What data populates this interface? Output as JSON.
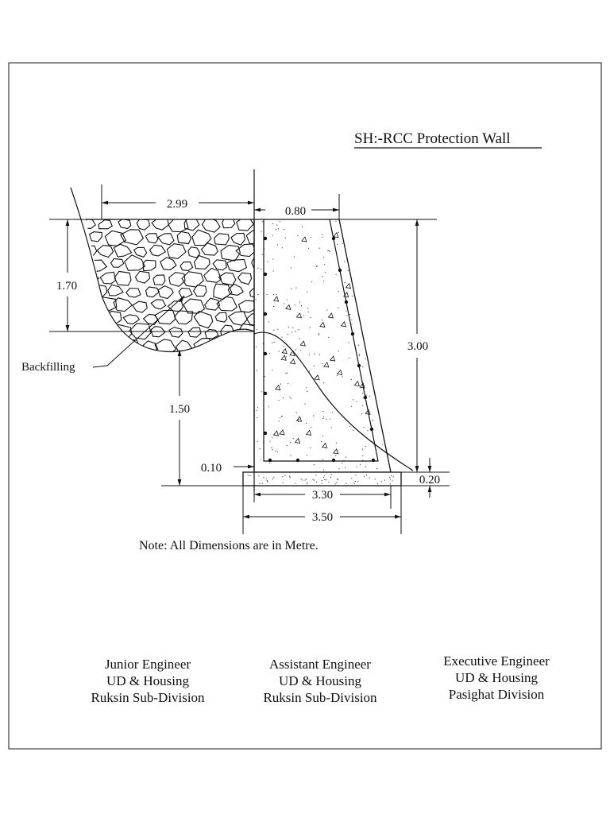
{
  "drawing": {
    "title": "SH:-RCC Protection Wall",
    "note": "Note: All Dimensions are in Metre.",
    "backfill_label": "Backfilling",
    "dimensions": {
      "backfill_width": "2.99",
      "top_width": "0.80",
      "backfill_height": "1.70",
      "lower_height": "1.50",
      "wall_height": "3.00",
      "cover": "0.10",
      "base_thickness": "0.20",
      "wall_base": "3.30",
      "footing_width": "3.50"
    }
  },
  "signatories": [
    {
      "title": "Junior Engineer",
      "dept": "UD & Housing",
      "office": "Ruksin Sub-Division"
    },
    {
      "title": "Assistant Engineer",
      "dept": "UD & Housing",
      "office": "Ruksin Sub-Division"
    },
    {
      "title": "Executive Engineer",
      "dept": "UD & Housing",
      "office": "Pasighat Division"
    }
  ],
  "colors": {
    "ink": "#111111",
    "paper": "#ffffff"
  }
}
